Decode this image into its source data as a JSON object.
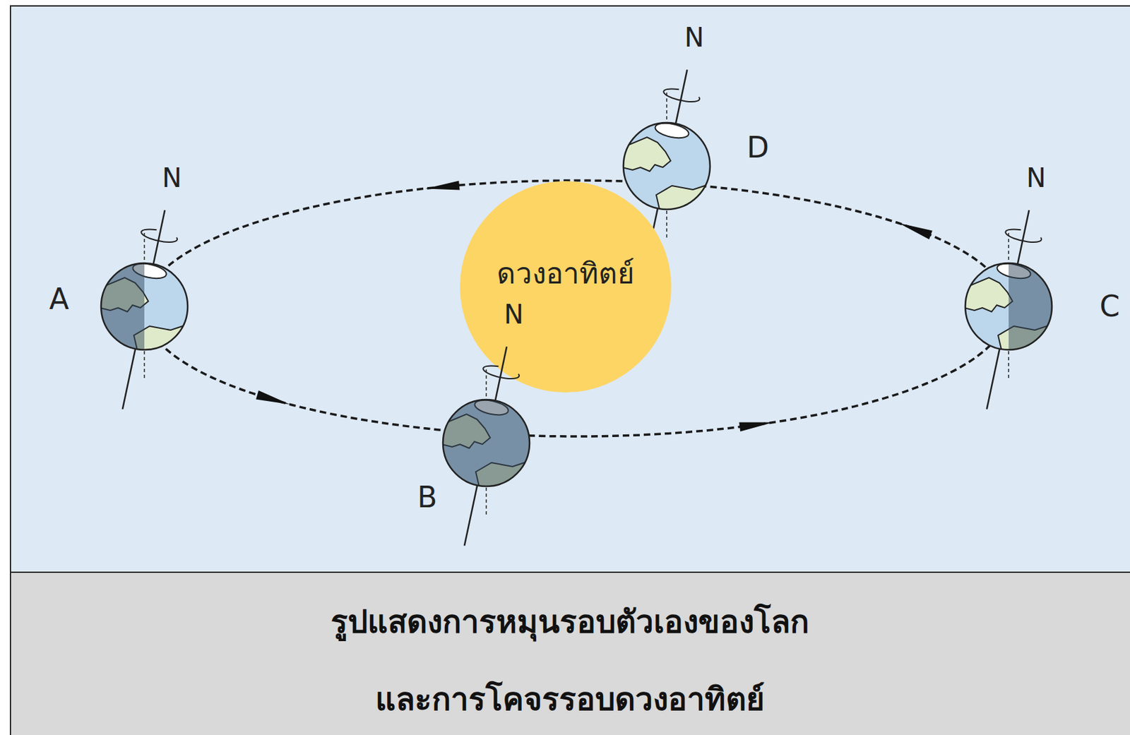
{
  "diagram": {
    "caption": "รูปแสดงการหมุนรอบตัวเองของโลก และการโคจรรอบดวงอาทิตย์",
    "nodes": [
      {
        "text": [
          "ดวงอาทิตย์"
        ]
      }
    ],
    "labels": [
      "N",
      "D",
      "N",
      "N",
      "A",
      "C",
      "N",
      "B"
    ]
  }
}
